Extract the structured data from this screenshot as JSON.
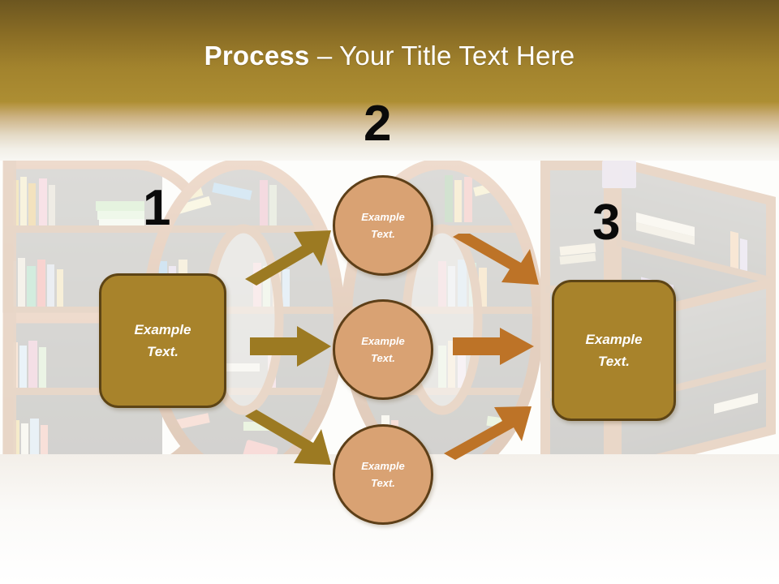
{
  "slide": {
    "title_strong": "Process",
    "title_rest": " – Your Title Text Here",
    "title_full": "Process – Your Title Text Here"
  },
  "theme": {
    "header_top": "#6c5620",
    "header_bottom": "#ad8e33",
    "box_fill": "#a8832b",
    "box_border": "#5d4415",
    "circle_fill": "#d9a273",
    "circle_border": "#5d3f18",
    "arrow_gold": "#9c7a22",
    "arrow_orange": "#bd7327",
    "number_color": "#0a0a0a",
    "node_text_color": "#ffffff",
    "background": "#fdfdfb"
  },
  "steps": [
    {
      "number": "1",
      "label": "step-one"
    },
    {
      "number": "2",
      "label": "step-two"
    },
    {
      "number": "3",
      "label": "step-three"
    }
  ],
  "boxes": {
    "left": {
      "line1": "Example",
      "line2": "Text."
    },
    "right": {
      "line1": "Example",
      "line2": "Text."
    }
  },
  "circles": [
    {
      "line1": "Example",
      "line2": "Text."
    },
    {
      "line1": "Example",
      "line2": "Text."
    },
    {
      "line1": "Example",
      "line2": "Text."
    }
  ],
  "arrows": [
    {
      "name": "arrow-left-to-circle-1",
      "direction": "up-right",
      "color": "#9c7a22"
    },
    {
      "name": "arrow-left-to-circle-2",
      "direction": "right",
      "color": "#9c7a22"
    },
    {
      "name": "arrow-left-to-circle-3",
      "direction": "down-right",
      "color": "#9c7a22"
    },
    {
      "name": "arrow-circle-1-to-right",
      "direction": "down-right",
      "color": "#bd7327"
    },
    {
      "name": "arrow-circle-2-to-right",
      "direction": "right",
      "color": "#bd7327"
    },
    {
      "name": "arrow-circle-3-to-right",
      "direction": "up-right",
      "color": "#bd7327"
    }
  ],
  "background_art": {
    "description": "bookshelves-forming-letters",
    "letters": "BOOK"
  }
}
